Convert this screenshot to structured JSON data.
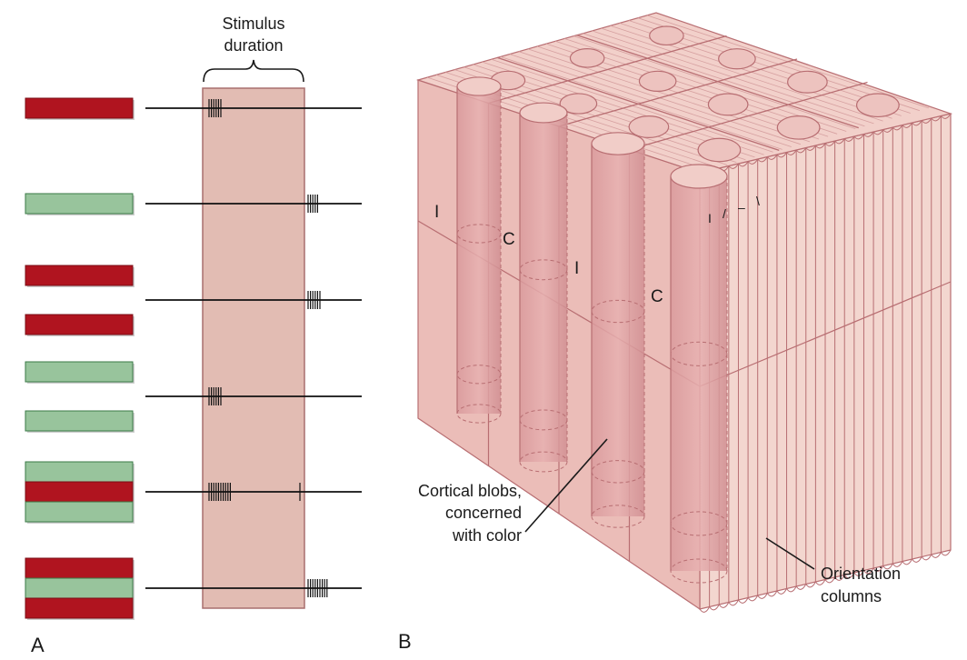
{
  "panel_a": {
    "letter": "A",
    "bracket_label_line1": "Stimulus",
    "bracket_label_line2": "duration",
    "colors": {
      "red": "#b0141f",
      "green": "#98c49c",
      "green_stroke": "#3a7a46",
      "window": "#e2bcb3",
      "window_stroke": "#a86e6e"
    },
    "rows": [
      {
        "stimulus": [
          "red"
        ],
        "spikes": "on",
        "spike_count": 6
      },
      {
        "stimulus": [
          "green"
        ],
        "spikes": "off",
        "spike_count": 5
      },
      {
        "stimulus": [
          "red",
          "red"
        ],
        "spikes": "off",
        "spike_count": 6
      },
      {
        "stimulus": [
          "green",
          "green"
        ],
        "spikes": "on",
        "spike_count": 6
      },
      {
        "stimulus": [
          "green",
          "red",
          "green"
        ],
        "spikes": "on",
        "spike_count": 10
      },
      {
        "stimulus": [
          "red",
          "green",
          "red"
        ],
        "spikes": "off",
        "spike_count": 9
      }
    ]
  },
  "panel_b": {
    "letter": "B",
    "ocular_labels": [
      "I",
      "C",
      "I",
      "C"
    ],
    "small_labels": [
      "I",
      "/",
      "–",
      "\\"
    ],
    "blob_label_line1": "Cortical blobs,",
    "blob_label_line2": "concerned",
    "blob_label_line3": "with color",
    "orientation_label_line1": "Orientation",
    "orientation_label_line2": "columns",
    "colors": {
      "block": "#efc9c3",
      "edge": "#b86e72",
      "blob": "#d88c8f",
      "column": "#f5dcd6"
    }
  }
}
